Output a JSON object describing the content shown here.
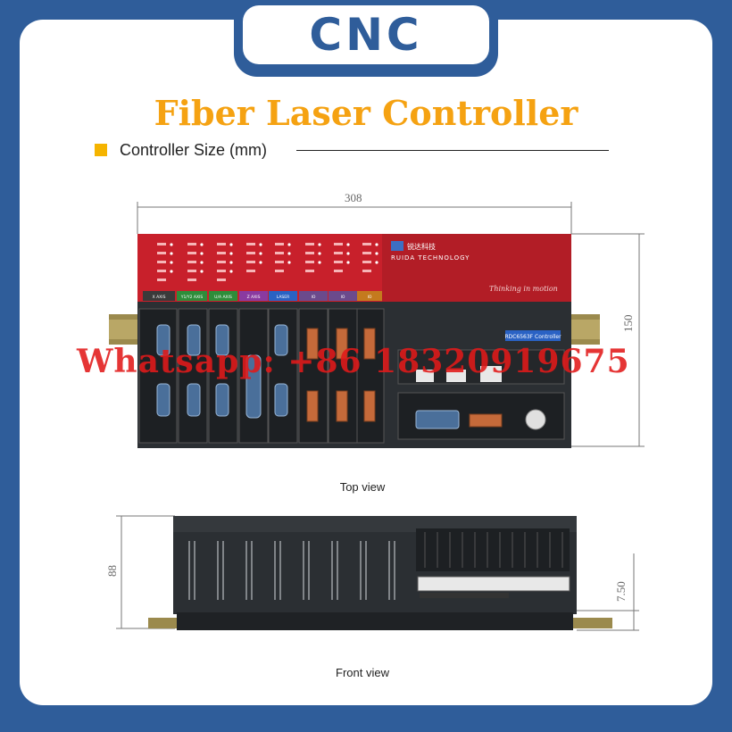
{
  "header": {
    "badge": "CNC",
    "title": "Fiber Laser Controller"
  },
  "section": {
    "label": "Controller Size (mm)"
  },
  "top_view": {
    "caption": "Top view",
    "width_dim": "308",
    "height_dim": "150",
    "module_labels": [
      "X AXIS",
      "Y1/Y2 AXIS",
      "U/A AXIS",
      "Z AXIS",
      "LASER",
      "IO",
      "IO",
      "IO"
    ],
    "brand_cn": "锐达科技",
    "brand": "RUIDA TECHNOLOGY",
    "slogan": "Thinking in motion",
    "model": "RDC6563F Controller"
  },
  "front_view": {
    "caption": "Front view",
    "height_dim": "88",
    "rail_dim": "7.50"
  },
  "watermark": "Whatsapp: +86 18320919675",
  "colors": {
    "frame": "#2f5d9a",
    "title": "#f5a212",
    "panel_red": "#c8202b",
    "body_dark": "#2b2f33",
    "watermark": "#e21a1a"
  }
}
